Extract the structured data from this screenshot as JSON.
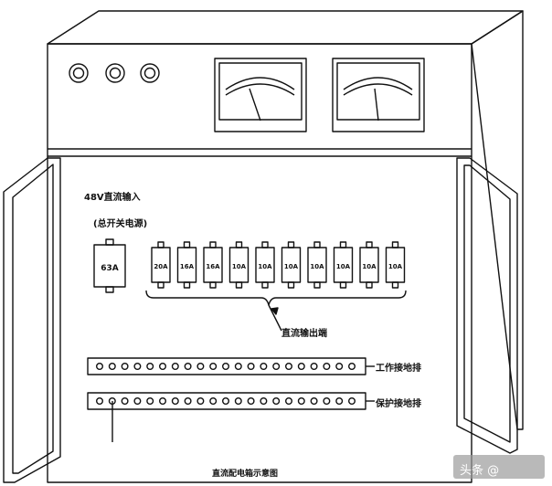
{
  "labels": {
    "dc_input": "48V直流输入",
    "master_switch": "(总开关电源)",
    "master_breaker": "63A",
    "dc_output": "直流输出端",
    "work_ground": "工作接地排",
    "protect_ground": "保护接地排",
    "caption": "直流配电箱示意图"
  },
  "breakers": [
    "20A",
    "16A",
    "16A",
    "10A",
    "10A",
    "10A",
    "10A",
    "10A",
    "10A",
    "10A"
  ],
  "watermark": "头条 @"
}
